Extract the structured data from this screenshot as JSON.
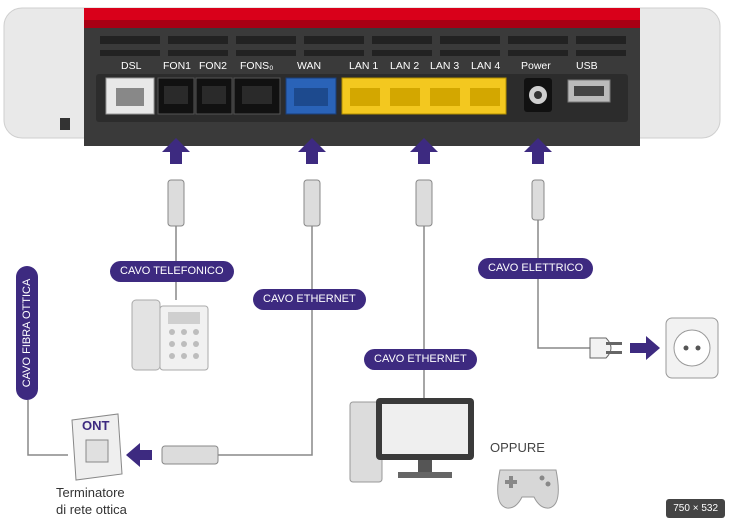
{
  "ports": {
    "dsl": "DSL",
    "fon1": "FON1",
    "fon2": "FON2",
    "fons0": "FONS₀",
    "wan": "WAN",
    "lan1": "LAN 1",
    "lan2": "LAN 2",
    "lan3": "LAN 3",
    "lan4": "LAN 4",
    "power": "Power",
    "usb": "USB"
  },
  "cables": {
    "telefonico": "CAVO TELEFONICO",
    "ethernet_wan": "CAVO ETHERNET",
    "ethernet_lan": "CAVO ETHERNET",
    "elettrico": "CAVO ELETTRICO",
    "fibra": "CAVO FIBRA OTTICA"
  },
  "ont": {
    "label": "ONT",
    "caption_line1": "Terminatore",
    "caption_line2": "di rete ottica"
  },
  "oppure": "OPPURE",
  "size_badge": "750 × 532",
  "colors": {
    "accent_purple": "#3d2a80",
    "router_red": "#e3001b",
    "wan_blue": "#2a63b8",
    "lan_yellow": "#f3c81f",
    "router_body": "#3a3a3a"
  }
}
